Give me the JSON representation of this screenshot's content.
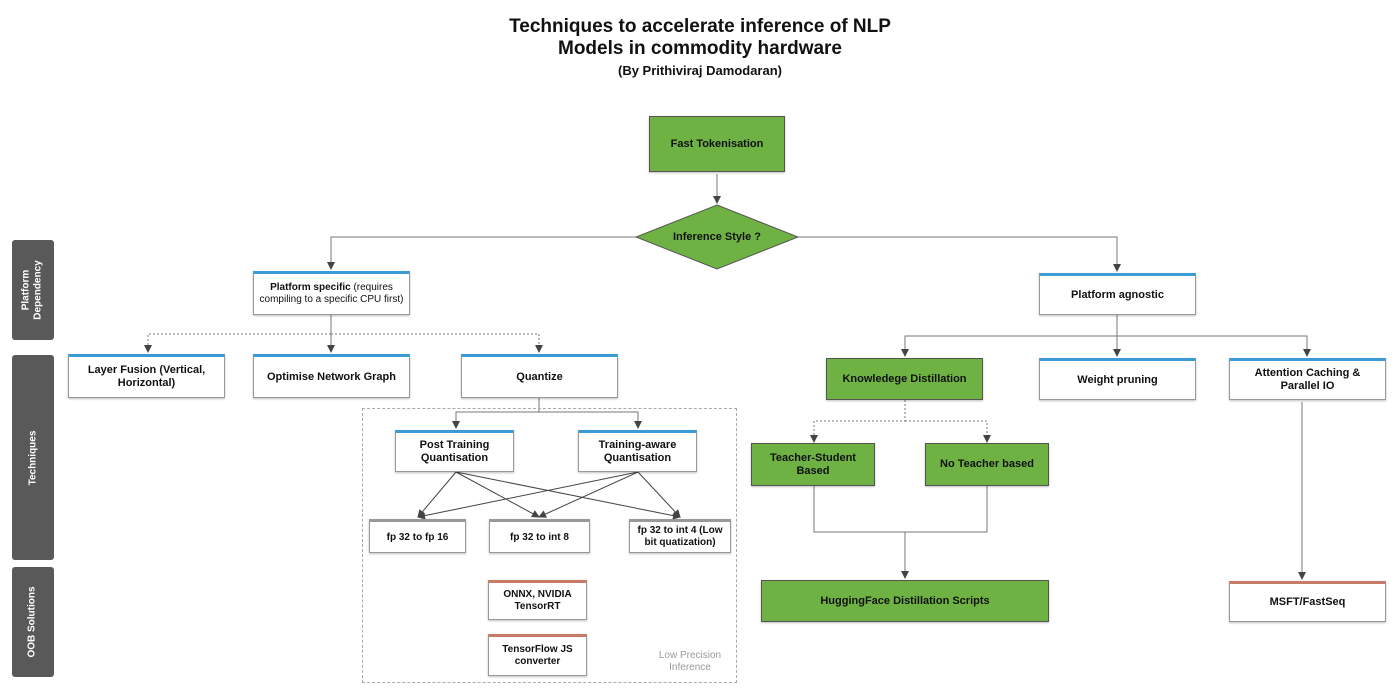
{
  "title": {
    "line1": "Techniques to accelerate inference of NLP",
    "line2": "Models in commodity hardware",
    "author": "(By Prithiviraj Damodaran)"
  },
  "side_labels": {
    "platform_dependency": "Platform Dependency",
    "techniques": "Techniques",
    "oob_solutions": "OOB Solutions"
  },
  "nodes": {
    "fast_tokenisation": "Fast Tokenisation",
    "inference_style": "Inference Style ?",
    "platform_specific_bold": "Platform specific",
    "platform_specific_rest": " (requires compiling to a specific CPU first)",
    "platform_agnostic": "Platform agnostic",
    "layer_fusion": "Layer Fusion (Vertical, Horizontal)",
    "optimise_graph": "Optimise Network Graph",
    "quantize": "Quantize",
    "post_training": "Post Training Quantisation",
    "training_aware": "Training-aware Quantisation",
    "fp32_fp16": "fp 32 to fp 16",
    "fp32_int8": "fp 32 to int 8",
    "fp32_int4": "fp 32 to int 4 (Low bit quatization)",
    "onnx": "ONNX, NVIDIA TensorRT",
    "tfjs": "TensorFlow JS converter",
    "low_precision": "Low Precision Inference",
    "knowledge_distillation": "Knowledege Distillation",
    "weight_pruning": "Weight pruning",
    "attention_caching": "Attention Caching & Parallel IO",
    "teacher_student": "Teacher-Student Based",
    "no_teacher": "No Teacher based",
    "hf_scripts": "HuggingFace Distillation Scripts",
    "fastseq": "MSFT/FastSeq"
  },
  "colors": {
    "green": "#6fb244",
    "accent": "#3b9bd6",
    "side": "#595959"
  }
}
